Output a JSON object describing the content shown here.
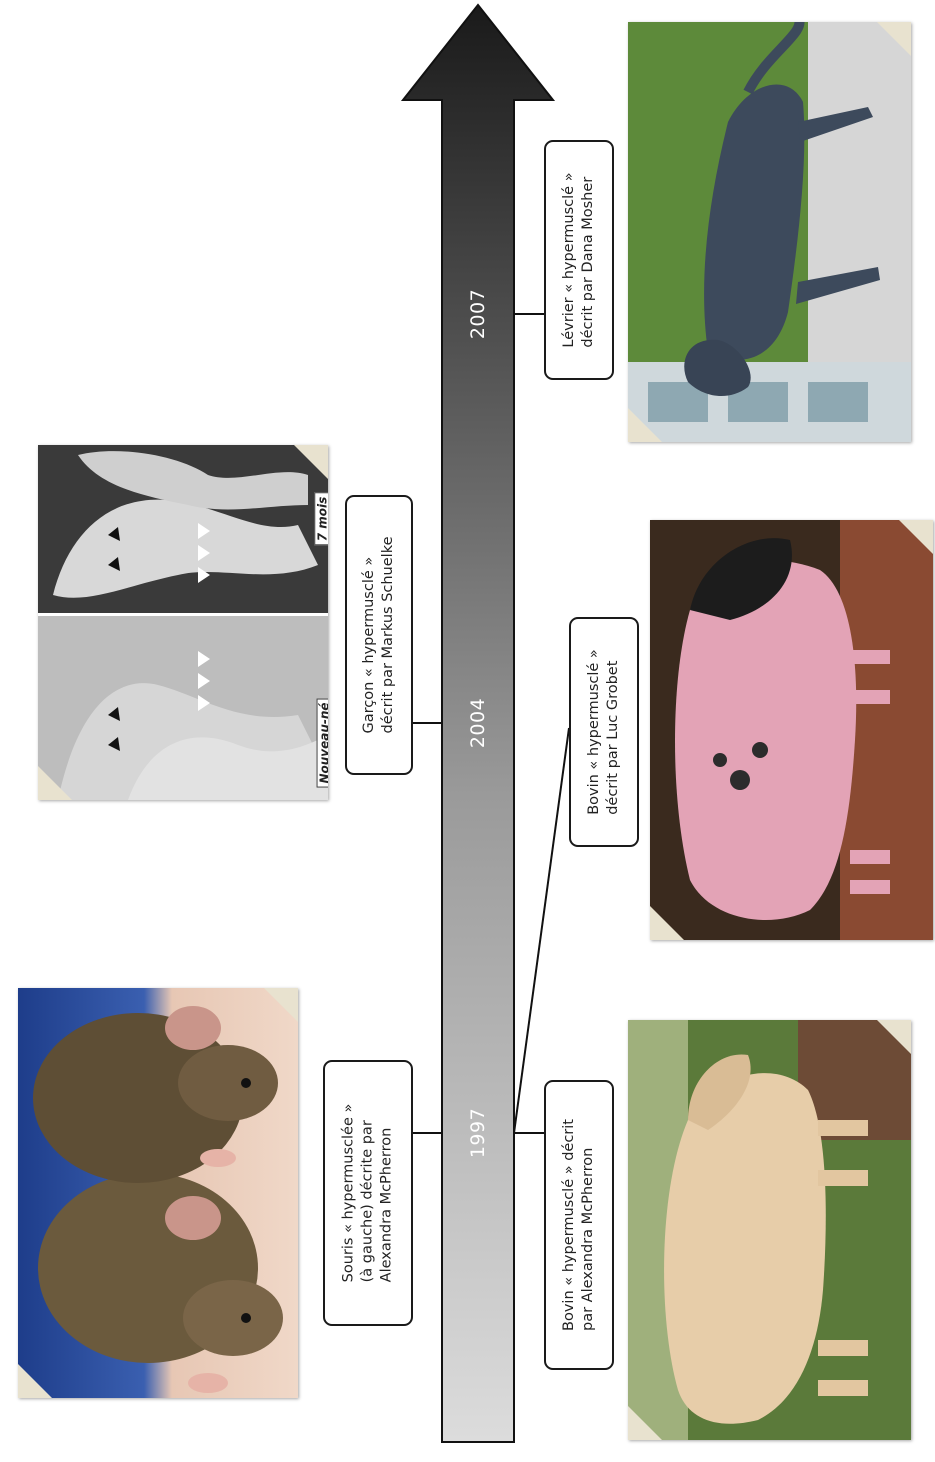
{
  "timeline": {
    "years": [
      "1997",
      "2004",
      "2007"
    ]
  },
  "captions": {
    "mouse": [
      "Souris « hypermusclée »",
      "(à gauche) décrite par",
      "Alexandra McPherron"
    ],
    "boy": [
      "Garçon « hypermusclé »",
      "décrit par Markus Schuelke"
    ],
    "whippet": [
      "Lévrier « hypermusclé »",
      "décrit par Dana Mosher"
    ],
    "bovine_grobet": [
      "Bovin « hypermusclé »",
      "décrit par Luc Grobet"
    ],
    "bovine_mcpherron": [
      "Bovin « hypermusclé » décrit",
      "par Alexandra McPherron"
    ]
  },
  "photo_labels": {
    "newborn": "Nouveau-né",
    "seven_months": "7 mois"
  }
}
